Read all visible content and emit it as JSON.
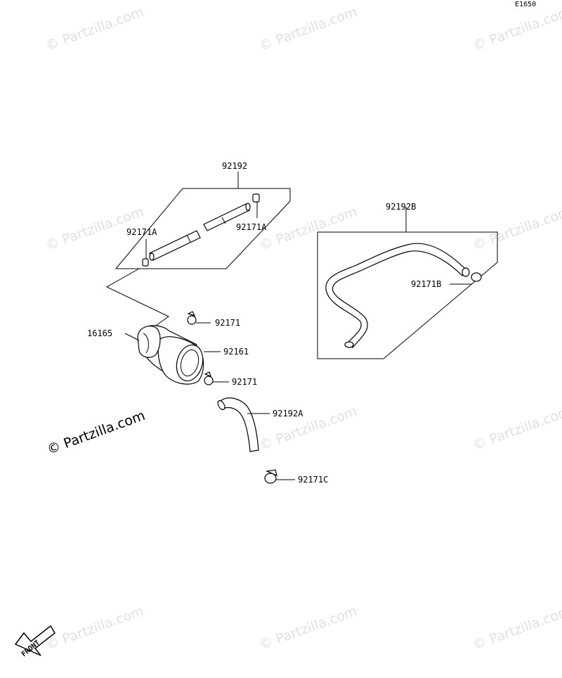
{
  "diagram_code": "E1650",
  "watermark_text": "© Partzilla.com",
  "front_label": "FRONT",
  "labels": {
    "p92192": "92192",
    "p92171A_left": "92171A",
    "p92171A_right": "92171A",
    "p92192B": "92192B",
    "p92171B": "92171B",
    "p92171_upper": "92171",
    "p16165": "16165",
    "p92161": "92161",
    "p92171_lower": "92171",
    "p92192A": "92192A",
    "p92171C": "92171C"
  }
}
